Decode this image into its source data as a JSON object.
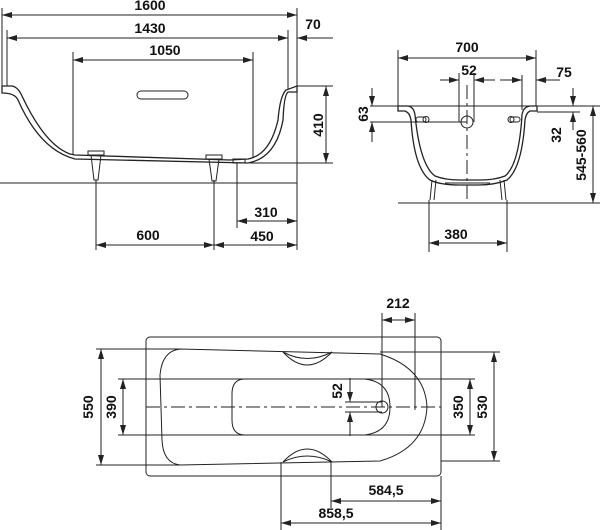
{
  "side_view": {
    "dims": {
      "overall_length": "1600",
      "inner_length": "1430",
      "rim_offset": "70",
      "flat_bottom_length": "1050",
      "depth": "410",
      "drain_to_end": "310",
      "leg_spacing": "600",
      "leg_to_end": "450"
    }
  },
  "end_view": {
    "dims": {
      "overall_width": "700",
      "overflow_diameter": "52",
      "rim_width": "75",
      "overflow_height": "63",
      "handle_height": "32",
      "total_height": "545-560",
      "leg_spacing": "380"
    }
  },
  "top_view": {
    "dims": {
      "drain_offset": "212",
      "inner_width": "550",
      "bottom_width": "390",
      "drain_diameter": "52",
      "bottom_inner_width": "350",
      "outer_inner_width": "530",
      "handle_inner_to_end": "584,5",
      "handle_outer_to_end": "858,5"
    }
  }
}
